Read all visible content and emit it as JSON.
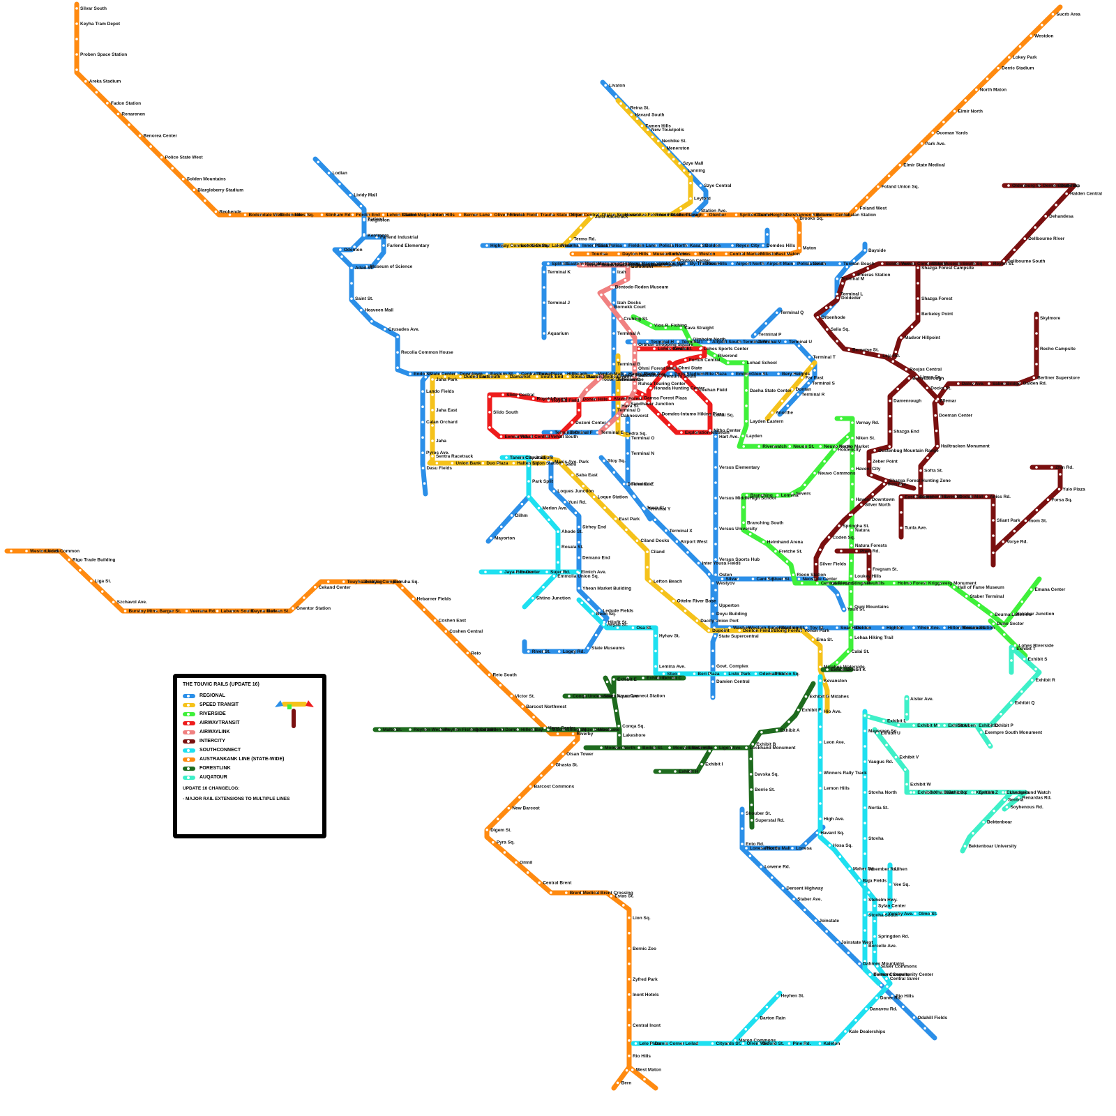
{
  "title": "THE TOUVIC RAILS (UPDATE 16)",
  "legend": {
    "title": "THE TOUVIC RAILS (UPDATE 16)",
    "items": [
      {
        "label": "REGIONAL",
        "color": "#2b8fe8"
      },
      {
        "label": "SPEED TRANSIT",
        "color": "#f5c21b"
      },
      {
        "label": "RIVERSIDE",
        "color": "#3ff03a"
      },
      {
        "label": "AIRWAYTRANSIT",
        "color": "#ee1c1c"
      },
      {
        "label": "AIRWAYLINK",
        "color": "#f08080"
      },
      {
        "label": "INTERCITY",
        "color": "#7a1010"
      },
      {
        "label": "SOUTHCONNECT",
        "color": "#1ee0f0"
      },
      {
        "label": "AUSTRANKANK LINE (STATE-WIDE)",
        "color": "#ff8a10"
      },
      {
        "label": "FORESTLINK",
        "color": "#1e6b1e"
      },
      {
        "label": "AUQATOUR",
        "color": "#3ef0c8"
      }
    ],
    "changelog_title": "UPDATE 16 CHANGELOG:",
    "changelog_item": "- MAJOR RAIL EXTENSIONS TO MULTIPLE LINES"
  },
  "lines": {
    "orange": {
      "name": "AUSTRANKANK LINE (STATE-WIDE)",
      "color": "#ff8a10"
    },
    "regional": {
      "name": "REGIONAL",
      "color": "#2b8fe8"
    },
    "speed": {
      "name": "SPEED TRANSIT",
      "color": "#f5c21b"
    },
    "riverside": {
      "name": "RIVERSIDE",
      "color": "#3ff03a"
    },
    "airway": {
      "name": "AIRWAYTRANSIT",
      "color": "#ee1c1c"
    },
    "airlink": {
      "name": "AIRWAYLINK",
      "color": "#f08080"
    },
    "intercity": {
      "name": "INTERCITY",
      "color": "#7a1010"
    },
    "south": {
      "name": "SOUTHCONNECT",
      "color": "#1ee0f0"
    },
    "forest": {
      "name": "FORESTLINK",
      "color": "#1e6b1e"
    },
    "aqua": {
      "name": "AUQATOUR",
      "color": "#3ef0c8"
    }
  },
  "stations": [
    "Silvar South",
    "Keyha Tram Depot",
    "Proben Space Station",
    "Areka Stadium",
    "Fadon Station",
    "Renarenen",
    "Benorea Center",
    "Police State West",
    "Solden Mountains",
    "Blargleberry Stadium",
    "Reohende",
    "Bodendale West",
    "Bodendale",
    "Niles Sq.",
    "Stinham Rd.",
    "Fordin End",
    "Lehon Station",
    "Oladol Megacenter",
    "Inton Hills",
    "Berner Lane",
    "Olive Forests",
    "Filnnek Field",
    "Trauha State Center",
    "Mijen Central",
    "Olstan Sq.",
    "Superstate",
    "Felscher Fields",
    "Burneough",
    "Olenber",
    "Spriken Center",
    "Orram Heights",
    "Delshannen Stadium",
    "Bourner Center",
    "Aalan Station",
    "Foland West",
    "Foland Union Sq.",
    "Elmir State Medical",
    "Park Ave.",
    "Ocoman Yards",
    "Elmir North",
    "North Maton",
    "Derric Stadium",
    "Lokey Park",
    "Westdon",
    "Sucrb Area",
    "Weston North",
    "Lodes Common",
    "Rigo Trade Building",
    "Liga St.",
    "Szchavol Ave.",
    "Burstoy Mtns.",
    "Barger St.",
    "Veerana Rd.",
    "Labanov South",
    "Dayna Mall",
    "Borean St.",
    "Gnentor Station",
    "Cekand Center",
    "Touyhs Building",
    "Lemeyer Complex",
    "Entruha Sq.",
    "Hebarner Fields",
    "Coshen East",
    "Coshen Central",
    "Reio",
    "Reio South",
    "Victor St.",
    "Barcost Northwest",
    "Hona Center",
    "Riverby",
    "Olsan Tower",
    "Ghasta St.",
    "Barcost Commons",
    "New Barcost",
    "Digem St.",
    "Pyra Sq.",
    "Omnil",
    "Central Brent",
    "Brent Medical",
    "Brent Crossing",
    "Estas St.",
    "Lion Sq.",
    "Bernic Zoo",
    "Zyfred Park",
    "Inont Hotels",
    "Central Inont",
    "Rio Hills",
    "Bern",
    "West Maton",
    "Brooks Sq.",
    "Maton",
    "East Maton",
    "Milkston",
    "Central Market",
    "Weston",
    "Commons",
    "Museum of Arts",
    "Dayton Hills",
    "Tourlsa",
    "Oldton West",
    "Oldton Suburb",
    "Oldton Center",
    "Lodlan",
    "Lividy Mall",
    "Aeighston",
    "Kentmore",
    "Odenton",
    "Adad St.",
    "Saint St.",
    "Heaveen Mall",
    "Crusades Ave.",
    "Recolia Common House",
    "Endo St.",
    "State Center",
    "Downtown",
    "Eastern St.",
    "Central Touve",
    "Touve Plaza",
    "Hillbeach",
    "Ventan Mall",
    "Hagan Plaza",
    "Eagle Ave.",
    "Polis Stadium",
    "Rite Plaza",
    "Emiton",
    "Gleo St.",
    "Bery Heights",
    "Farlend",
    "Farlend Industrial",
    "Farlend Elementary",
    "Museum of Science",
    "Lando Fields",
    "Calan Orchard",
    "Pyros Ave.",
    "Dasu Fields",
    "Livaton",
    "Reina St.",
    "New Touvipolis",
    "Neohike St.",
    "Szye Mall",
    "Szye Central",
    "Station Ave.",
    "Highway Connect",
    "Lovoa Center",
    "Lakeview",
    "Inner Polisa",
    "East Polisa",
    "Fielden Lane",
    "Polisia North",
    "Kasa St.",
    "Bolden",
    "Reyen City",
    "Domdes Hills",
    "Split St.",
    "Eastern Medical",
    "Museum of History",
    "Vorsa Racecourse",
    "Linkton Mall",
    "By-The-River",
    "Dane Hills",
    "Airport North",
    "Airport Main",
    "Polisia South",
    "Livio",
    "Turman Beach",
    "Bayside",
    "Terminal M",
    "Terminal L",
    "Terminal K",
    "Terminal J",
    "Aquarium",
    "Izah",
    "Izah Docks",
    "Terminal A",
    "Terminal B",
    "Terminal C",
    "Terminal D",
    "Terminal E",
    "Terminal F",
    "Terminal G",
    "Terminal H",
    "Terminal I",
    "Airport South",
    "Terminal W",
    "Terminal V",
    "Terminal U",
    "Terminal T",
    "Terminal S",
    "Terminal R",
    "Terminal Q",
    "Terminal P",
    "Terminal O",
    "Terminal N",
    "Terminal Z",
    "Terminal Y",
    "Terminal X",
    "Airport West",
    "Inter Yousa Fields",
    "Silvar",
    "Cani Sq.",
    "Stuer St.",
    "Neostate Center",
    "Olen Farm",
    "Yault St.",
    "Hart Ave.",
    "Versus Elementary",
    "Versus MiddleHigh School",
    "Versus University",
    "Versus Sports Hub",
    "Osten",
    "Upperton",
    "State Supercentral",
    "Govt. Complex",
    "Damien Central",
    "Westyov",
    "Doyu Building",
    "Washen",
    "Western Super Stadium",
    "Nayming St.",
    "Tov St.",
    "Soar Hills",
    "Dolden",
    "Highton",
    "Yihen Ave.",
    "Hilton Monument",
    "Emana Station",
    "Stoy Sq.",
    "Dolden End",
    "Town St.",
    "Mayorton",
    "Dilhm",
    "Maxis Ave. Park",
    "Loques Junction",
    "Yuni Rd.",
    "Sirhey End",
    "Demano End",
    "Yhean Market Building",
    "Ledude Fields",
    "Hilofit St.",
    "State Museums",
    "Logey Rd.",
    "River St.",
    "Shouber St.",
    "Ento Rd.",
    "Lowene Rd.",
    "Dersent Highway",
    "Staber Ave.",
    "Joinstate",
    "Joinstate West",
    "Dahmes Mountains",
    "Fortun Campsite",
    "Rio Hills",
    "Odahill Fields",
    "Lonesa North",
    "Riccou Mall",
    "Lonesa",
    "Havard Sq.",
    "Havard South",
    "Famen Hills",
    "Menerston",
    "Lanning",
    "Leyford",
    "Devon Plaza",
    "Recon St.",
    "Haver Ave.",
    "Jaha Racetrack",
    "Termo Rd.",
    "Recolha",
    "Kion Sq.",
    "Livom",
    "Damen Medical",
    "Sousa Plaza",
    "South End",
    "Damarket",
    "Far South",
    "Duded End",
    "Jaha Park",
    "Jaha East",
    "Jaha",
    "Sentra Racetrack",
    "Union Bank",
    "Duo Plaza",
    "Halten Sq.",
    "Lidon Station",
    "Spear Plaza",
    "Hava St.",
    "Cedra Sq.",
    "Sadu",
    "Saba East",
    "Loque Station",
    "East Park",
    "Ciland Docks",
    "Ciland",
    "Lefton Beach",
    "Ottelm River Base",
    "Dacity Union Port",
    "Dupoint",
    "Denton Fields",
    "Blorig Forest",
    "Vonon Park",
    "Ema St.",
    "Midahes Waterside",
    "Midahes",
    "Far East",
    "Dontan",
    "Anorthe",
    "Vios R. Fishing",
    "Cava Straight",
    "Olmholm North",
    "Riverend",
    "Lohad School",
    "Daeha State Center",
    "Layden Eastern",
    "Layden",
    "Riverwatch",
    "Neuon St.",
    "Neuvo North",
    "Neuvo Market",
    "Holdencity",
    "Neuvo Commons",
    "Severs",
    "Lomvha",
    "Branching",
    "Branching South",
    "Helmhand Arena",
    "Fretche St.",
    "Rieon Station",
    "Central Rieon",
    "Stingwat",
    "Reuhills",
    "Holmo Forest",
    "Kriggsverg Monument",
    "Hall of Fame Museum",
    "Staber Terminal",
    "Beurna Lakeview",
    "Hakabar Junction",
    "Emana Center",
    "Vernay Rd.",
    "Niken St.",
    "Haveni City",
    "Haveni Downtown",
    "Natura",
    "Natura Forests",
    "Loukey Hills",
    "Ouni Mountains",
    "Lehaa Hiking Trail",
    "Calai St.",
    "Duno Sector",
    "Lohes Riverside",
    "Lohes Central",
    "Kivan St.",
    "Lohes Sports Center",
    "Fortun Central",
    "Venturra South",
    "Honada Hunting Center",
    "Domdes-Intumo Hiking Plaza",
    "Exploration Museum",
    "Nitho Center",
    "Lohal Sq.",
    "Leehan Field",
    "Ohmi State",
    "Ohmi Forest Main",
    "Ruhsa Touring Center",
    "Damsa Forest Plaza",
    "Alaver Forest",
    "Donen Hills",
    "Royold Field",
    "Royold Forest",
    "Slido Central",
    "Slido South",
    "Eemiar Rd.",
    "Vehall Central",
    "Vehall South",
    "Dezoni Center",
    "Vehall South Station",
    "Banndend Leione Pasteur",
    "Bomtenier",
    "Bentode-Roden Museum",
    "Bornekk Court",
    "Cruhing St.",
    "Orbhan Shopping Square",
    "Bancastoure",
    "Sandhaver Junction",
    "Dahnesvorst",
    "Touve Sufferserene",
    "Oldenburg St.",
    "Demien State Sq.",
    "Southhike",
    "Halden Central",
    "Dehandesa",
    "Dellbourne River",
    "Dellbourne South",
    "Reyter St.",
    "South Sq.",
    "Olier Museum",
    "Vernes Conservatory",
    "Soldes Ave.",
    "Enieras Station",
    "Doldeder",
    "Orbenhode",
    "Salia Sq.",
    "Bernoise St.",
    "Leja Rd.",
    "Roujas Central",
    "Burnsborough",
    "Damenrough",
    "Shazga End",
    "Oustenbug Mountain Range",
    "Zeber Point",
    "Shazga Forest Hunting Zone",
    "Shazga Forest Campsite",
    "Shazga Forest",
    "Berkeley Point",
    "Madvor Hillpoint",
    "Skylmore",
    "Recho Campsite",
    "Berliner Superstore",
    "Dalden Rd.",
    "Saber Bridge",
    "Dalsy Ave.",
    "Ellemar",
    "Doeman Center",
    "Hailtracken Monument",
    "Sofra St.",
    "Damener Rd.",
    "East Connect",
    "Tunla Ave.",
    "Zhin Rd.",
    "Yulo Plaza",
    "Forsa Sq.",
    "Inom St.",
    "Vorye Rd.",
    "Limos Sq.",
    "Docks St.",
    "Ikon Ave.",
    "Silver North",
    "Springha St.",
    "Coden Sq.",
    "Silver Fields",
    "Phen Rd.",
    "Fregram St.",
    "Swee St.",
    "Dodan Mall",
    "Aniss Rd.",
    "Sliant Park",
    "Tanem City Stadium",
    "Conve St.",
    "Park Split",
    "Merlen Ave.",
    "Ahode St.",
    "Rosala St.",
    "Emmolia Union Sq.",
    "Shtino Junction",
    "Jaya-Reo Center",
    "Evano",
    "Sujer Rd.",
    "Elmich Ave.",
    "Beon Sq.",
    "Aeyad St.",
    "Osa St.",
    "Hyhav St.",
    "Lemina Ave.",
    "Stuo",
    "Beri Plaza",
    "Listo Park",
    "Odeman St.",
    "Phodon Sq.",
    "Kevanston",
    "Hio Ave.",
    "Leon Ave.",
    "Winners Rally Track",
    "Lemon Hills",
    "High Ave.",
    "Hosa Sq.",
    "Maher Sq.",
    "Baja Fields",
    "Sylan Center",
    "Springden Rd.",
    "Suver Commons",
    "Central Suver",
    "Mayernen Sq.",
    "Vaugus Rd.",
    "Stovha North",
    "Nortia St.",
    "Stovha",
    "Whember Rd.",
    "Stehelm Hwy.",
    "Stovha South",
    "Borcelle Ave.",
    "Belmore Community Center",
    "Daner Rd.",
    "Danaveu Rd.",
    "Kale Dealerships",
    "Kaleton",
    "Pine Rd.",
    "Oxford St.",
    "Olren Yard",
    "Cityards St.",
    "Leilad",
    "Damis Corner",
    "Lelo Plaza",
    "Yersby Ave.",
    "Olmo St.",
    "Allhen",
    "Vee Sq.",
    "Maron Commons",
    "Barton Rain",
    "Heyhen St.",
    "Malto St.",
    "Royhen Western",
    "Royhen Fishing Center",
    "Soodberd",
    "Silend Dams",
    "Hillen Bay",
    "Mizo Fishing Sq.",
    "Mizo Central",
    "Mizo Lake",
    "Lakeshore",
    "Mooven North",
    "Beden St.",
    "Mooven Riverside",
    "Sauda Hills",
    "Ligen Ave.",
    "Lockhand Monument",
    "Davska Sq.",
    "Berrie St.",
    "Superstal Rd.",
    "Itzaar Connect Station",
    "Conqa Sq.",
    "Conqa Underwater",
    "South Aquarium",
    "Exhibit E",
    "Exhibit D",
    "Exhibit C",
    "Exhibit B",
    "Exhibit A",
    "Exhibit F",
    "Exhibit G",
    "Exhibit H",
    "Exhibit I",
    "Exhibit J",
    "Exhibit K",
    "Exhibit L",
    "Exhibit M",
    "Exhibit N",
    "Exhibit O",
    "Exhibit P",
    "Exhibit Q",
    "Exhibit R",
    "Exhibit S",
    "Exhibit T",
    "Exhibit U",
    "Exhibit V",
    "Exhibit W",
    "Exhibit X",
    "Exhibit Y",
    "Exhibit Z",
    "Landground Watch",
    "Sentria",
    "Bektenboar",
    "Bektenboar University",
    "Sorha East",
    "Kveria Sq.",
    "Krystern",
    "Exhenssio",
    "Renardas Rd.",
    "Soyhenous Rd.",
    "Alster Ave.",
    "Stouben",
    "Exempre South Monument"
  ]
}
